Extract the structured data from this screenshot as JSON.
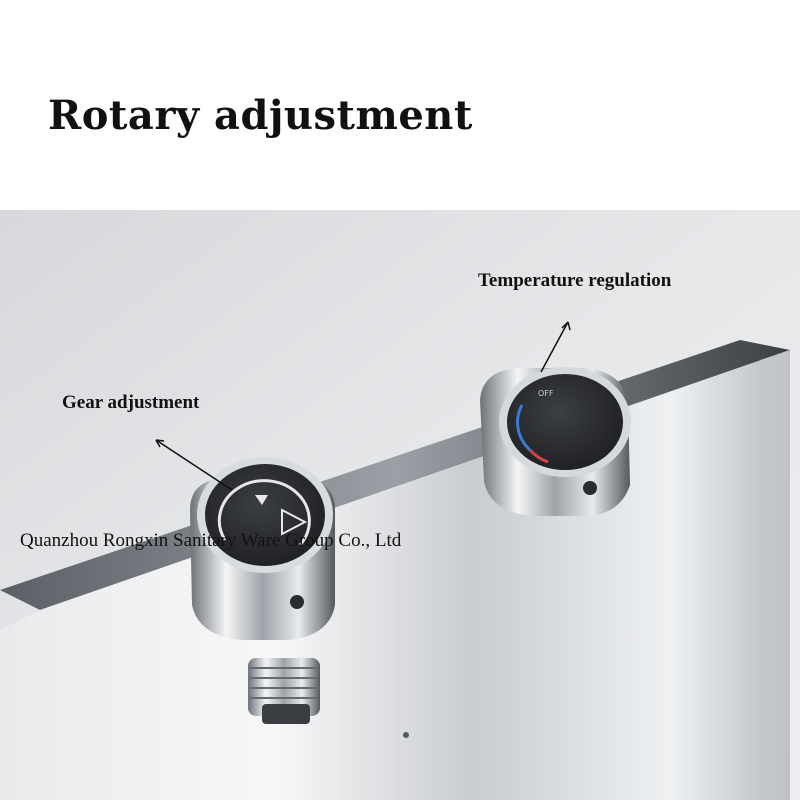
{
  "title": "Rotary adjustment",
  "labels": {
    "temperature": "Temperature regulation",
    "gear": "Gear adjustment"
  },
  "watermark": "Quanzhou Rongxin Sanitary Ware Group Co., Ltd",
  "knob_marks": {
    "off": "OFF"
  },
  "colors": {
    "background": "#ffffff",
    "photo_bg": "#e2e4e6",
    "chrome": "#c8cbcf",
    "knob_face": "#2b2d31",
    "text": "#111111"
  }
}
